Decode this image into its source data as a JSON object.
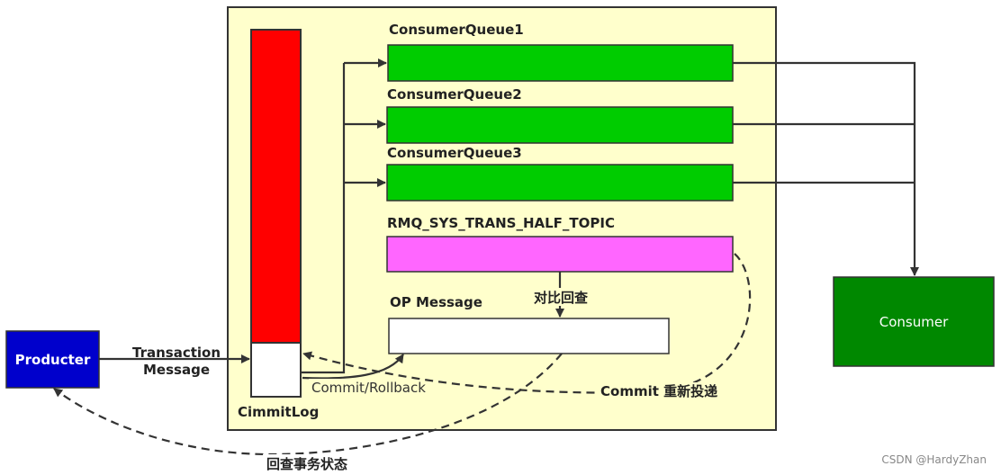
{
  "nodes": {
    "broker": {
      "label": ""
    },
    "commitlog": {
      "label": "CimmitLog"
    },
    "cq1": {
      "label": "ConsumerQueue1"
    },
    "cq2": {
      "label": "ConsumerQueue2"
    },
    "cq3": {
      "label": "ConsumerQueue3"
    },
    "half_topic": {
      "label": "RMQ_SYS_TRANS_HALF_TOPIC"
    },
    "op_message": {
      "label": "OP Message"
    },
    "producer": {
      "label": "Producter"
    },
    "consumer": {
      "label": "Consumer"
    }
  },
  "edges": {
    "transaction_line1": "Transaction",
    "transaction_line2": "Message",
    "commit_rollback": "Commit/Rollback",
    "compare_check": "对比回查",
    "commit_redeliver": "Commit 重新投递",
    "check_tx_state": "回查事务状态"
  },
  "watermark": "CSDN @HardyZhan",
  "colors": {
    "broker_bg": "#ffffcc",
    "commitlog_red": "#ff0000",
    "queue_green": "#00cc00",
    "half_topic_magenta": "#ff66ff",
    "producer_blue": "#0000cc",
    "consumer_green": "#008800"
  }
}
